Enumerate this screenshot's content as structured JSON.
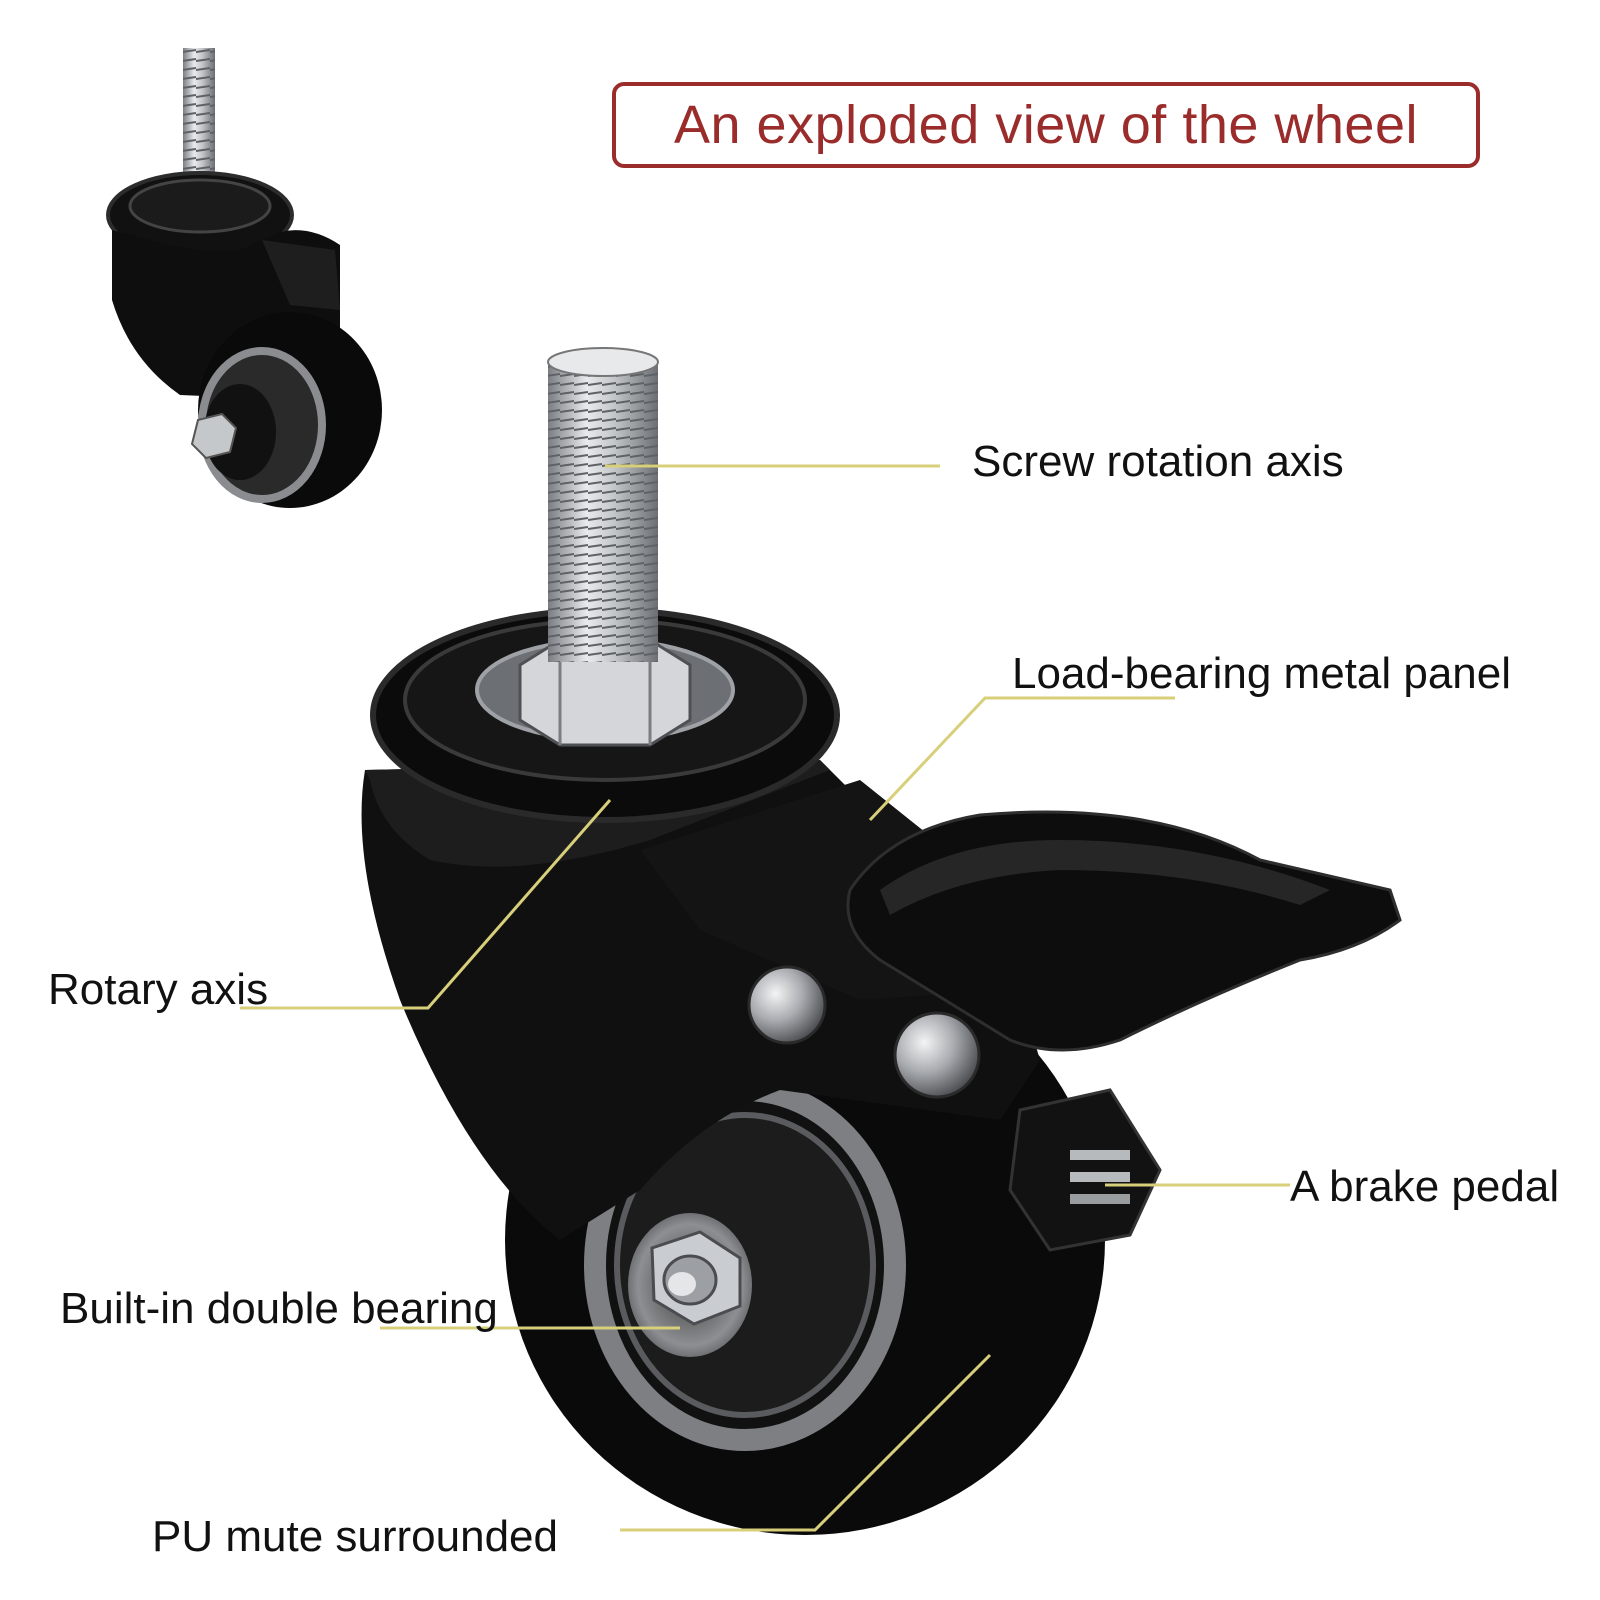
{
  "title": "An exploded view of the wheel",
  "labels": {
    "screw_rotation_axis": "Screw rotation axis",
    "load_bearing_metal_panel": "Load-bearing metal panel",
    "rotary_axis": "Rotary axis",
    "brake_pedal": "A brake pedal",
    "built_in_double_bearing": "Built-in double bearing",
    "pu_mute_surrounded": "PU mute surrounded"
  },
  "colors": {
    "title": "#9b2c2c",
    "leader_line": "#d8cf7a",
    "label_text": "#111111",
    "caster_body": "#0d0d0d",
    "metal": "#b9bcc0"
  }
}
